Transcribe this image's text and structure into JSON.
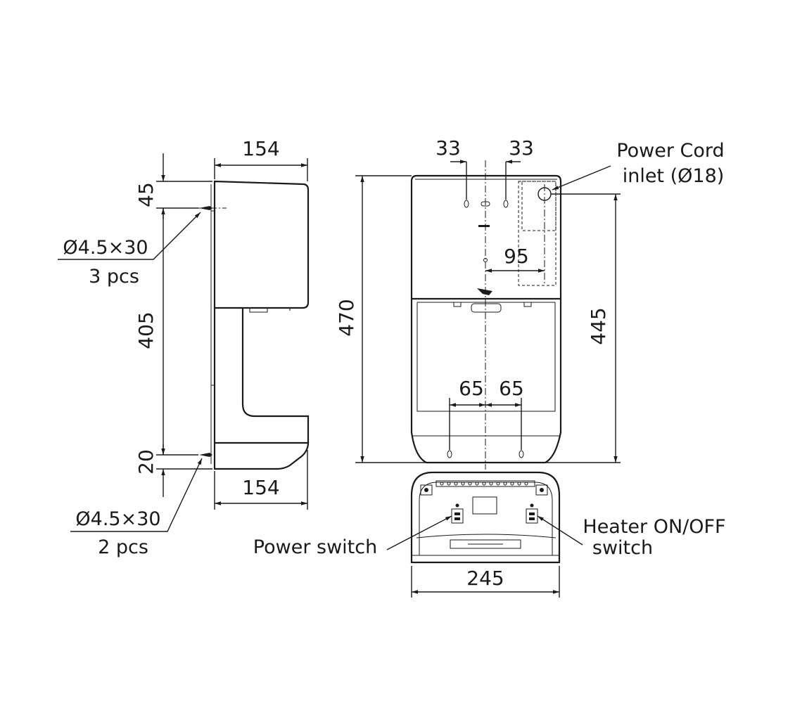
{
  "side_view": {
    "width_top": "154",
    "width_bottom": "154",
    "dim_top_offset": "45",
    "dim_mount_span": "405",
    "dim_bottom_offset": "20",
    "screw_upper_spec": "Ø4.5×30",
    "screw_upper_qty": "3 pcs",
    "screw_lower_spec": "Ø4.5×30",
    "screw_lower_qty": "2 pcs"
  },
  "front_view": {
    "dim_left_hole": "33",
    "dim_right_hole": "33",
    "dim_inlet_offset": "95",
    "dim_lower_left": "65",
    "dim_lower_right": "65",
    "dim_total_height": "470",
    "dim_inlet_height": "445",
    "cord_inlet_line1": "Power Cord",
    "cord_inlet_line2": "inlet (Ø18)"
  },
  "bottom_view": {
    "width": "245",
    "power_switch_label": "Power switch",
    "heater_switch_line1": "Heater ON/OFF",
    "heater_switch_line2": "switch"
  }
}
